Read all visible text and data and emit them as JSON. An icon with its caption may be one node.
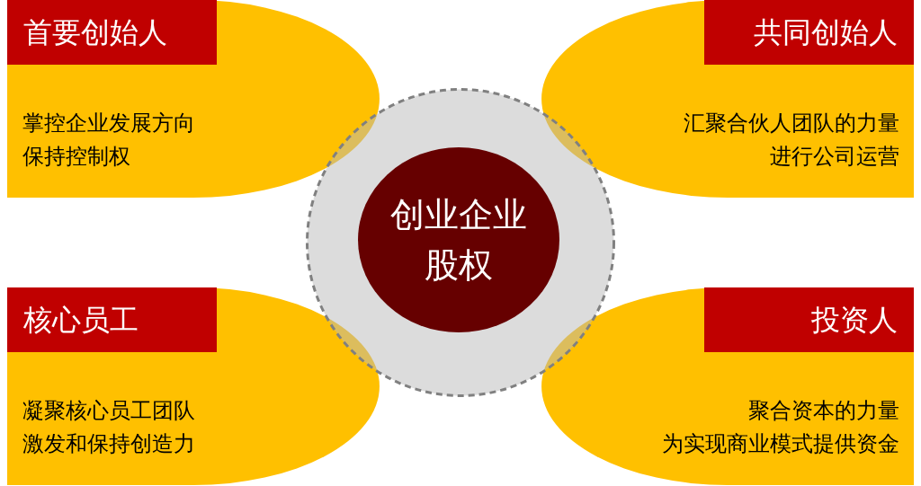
{
  "diagram": {
    "nodes": [
      {
        "text": [
          "首要创始人",
          "掌控企业发展方向",
          "保持控制权"
        ]
      },
      {
        "text": [
          "共同创始人",
          "汇聚合伙人团队的力量",
          "进行公司运营"
        ]
      },
      {
        "text": [],
        "shape": "circle"
      },
      {
        "text": [
          "创业企业股权"
        ],
        "in": 2
      },
      {
        "text": [
          "核心员工",
          "凝聚核心员工团队",
          "激发和保持创造力"
        ]
      },
      {
        "text": [
          "投资人",
          "聚合资本的力量",
          "为实现商业模式提供资金"
        ]
      }
    ]
  }
}
